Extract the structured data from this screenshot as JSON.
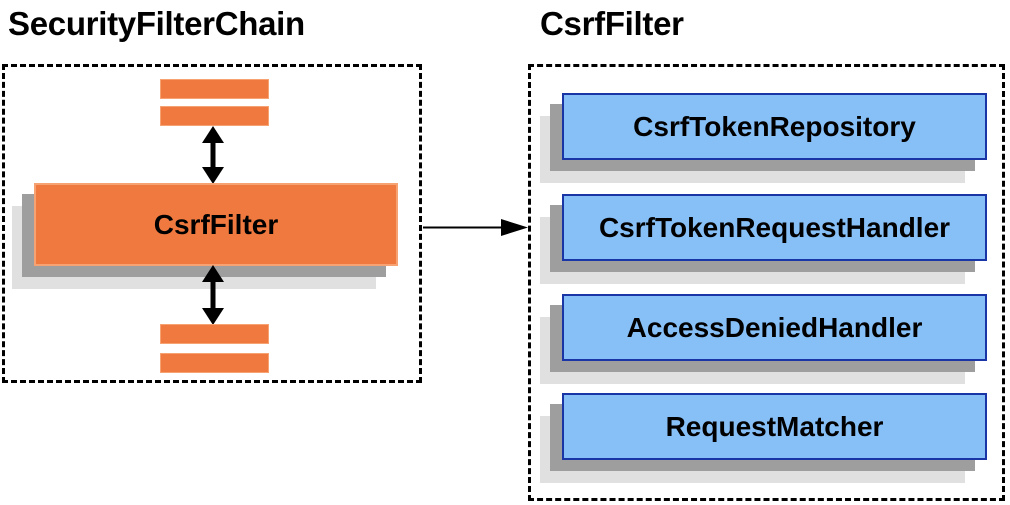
{
  "diagram": {
    "left": {
      "title": "SecurityFilterChain",
      "main_box_label": "CsrfFilter"
    },
    "right": {
      "title": "CsrfFilter",
      "components": [
        {
          "label": "CsrfTokenRepository"
        },
        {
          "label": "CsrfTokenRequestHandler"
        },
        {
          "label": "AccessDeniedHandler"
        },
        {
          "label": "RequestMatcher"
        }
      ]
    },
    "colors": {
      "orange_fill": "#F0793F",
      "orange_highlight": "#F7A273",
      "blue_fill": "#87BFF7",
      "blue_border": "#1A35A5",
      "shadow_mid": "#9E9E9E",
      "shadow_light": "#E0E0E0",
      "line_black": "#000000",
      "text": "#000000"
    }
  }
}
